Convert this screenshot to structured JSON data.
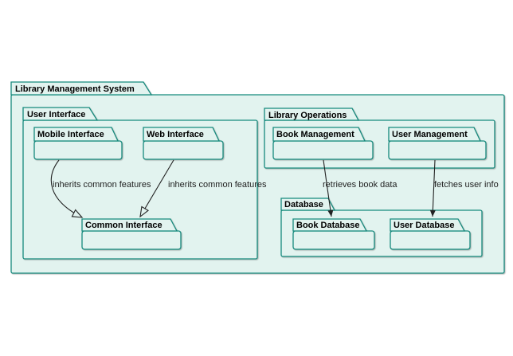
{
  "diagram_type": "uml-package-diagram",
  "colors": {
    "package_fill": "#e2f3ef",
    "package_border": "#168a7d",
    "edge_color": "#222222",
    "title_text": "#000000",
    "background": "#ffffff"
  },
  "packages": {
    "root": {
      "label": "Library Management System"
    },
    "user_interface": {
      "label": "User Interface"
    },
    "mobile_interface": {
      "label": "Mobile Interface"
    },
    "web_interface": {
      "label": "Web Interface"
    },
    "common_interface": {
      "label": "Common Interface"
    },
    "library_operations": {
      "label": "Library Operations"
    },
    "book_management": {
      "label": "Book Management"
    },
    "user_management": {
      "label": "User Management"
    },
    "database": {
      "label": "Database"
    },
    "book_database": {
      "label": "Book Database"
    },
    "user_database": {
      "label": "User Database"
    }
  },
  "edges": {
    "mobile_to_common": {
      "from": "Mobile Interface",
      "to": "Common Interface",
      "label": "inherits common features",
      "arrowhead": "hollow-triangle"
    },
    "web_to_common": {
      "from": "Web Interface",
      "to": "Common Interface",
      "label": "inherits common features",
      "arrowhead": "hollow-triangle"
    },
    "book_management_to_book_database": {
      "from": "Book Management",
      "to": "Book Database",
      "label": "retrieves book data",
      "arrowhead": "filled-vee"
    },
    "user_management_to_user_database": {
      "from": "User Management",
      "to": "User Database",
      "label": "fetches user info",
      "arrowhead": "filled-vee"
    }
  }
}
